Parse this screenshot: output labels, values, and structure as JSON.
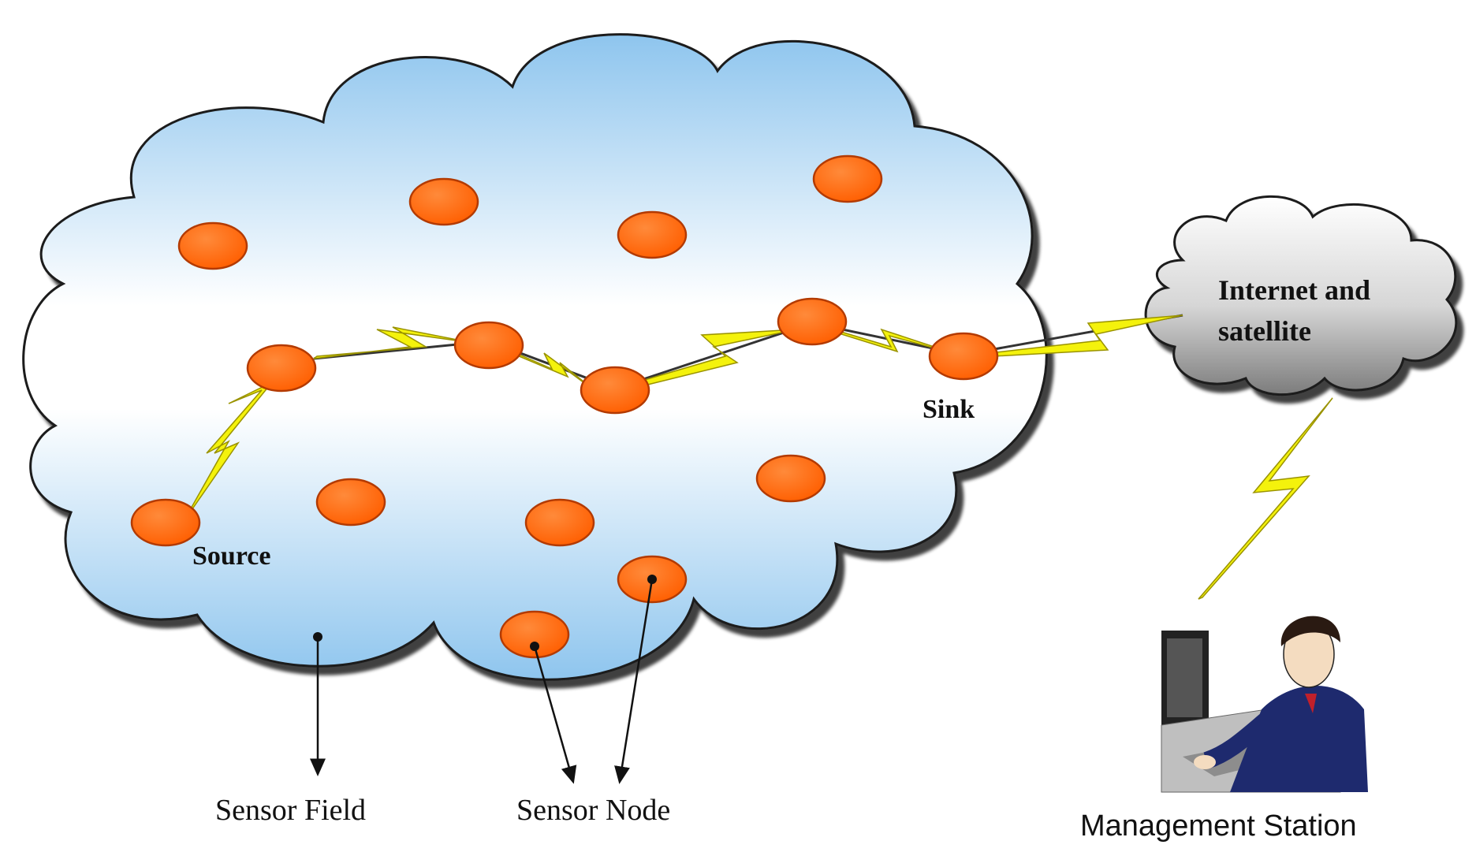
{
  "labels": {
    "source": "Source",
    "sink": "Sink",
    "internet": [
      "Internet and",
      "satellite"
    ],
    "sensor_field": "Sensor Field",
    "sensor_node": "Sensor Node",
    "management_station": "Management Station"
  },
  "colors": {
    "node_fill": "#ff6a10",
    "node_stroke": "#b33a00",
    "cloud_top": "#8ec5ee",
    "cloud_bottom": "#ffffff",
    "lightning": "#f4f20c",
    "internet_cloud_top": "#ffffff",
    "internet_cloud_bottom": "#8a8a8a"
  },
  "icons": {
    "sensor_field_cloud": "cloud",
    "internet_cloud": "cloud",
    "wireless_link": "lightning-bolt",
    "operator": "person-at-computer"
  }
}
